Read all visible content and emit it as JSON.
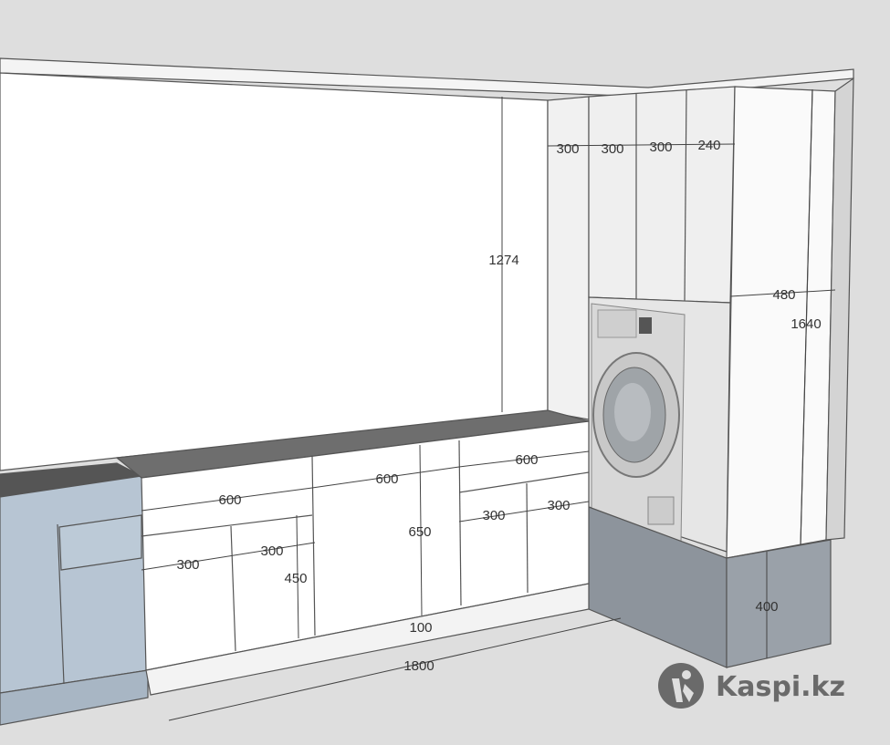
{
  "colors": {
    "background": "#dedede",
    "wall": "#ffffff",
    "countertop": "#6e6e6e",
    "blue_cabinet": "#b7c5d3",
    "plinth": "#8d949c",
    "logo": "#6a6a6a"
  },
  "dimensions": {
    "top_300_a": "300",
    "top_300_b": "300",
    "top_300_c": "300",
    "top_240": "240",
    "wall_height": "1274",
    "tall_depth": "480",
    "tall_height": "1640",
    "drawer_600_left": "600",
    "drawer_600_mid": "600",
    "drawer_600_right": "600",
    "door_300_a": "300",
    "door_300_b": "300",
    "door_300_c": "300",
    "door_300_d": "300",
    "door_450": "450",
    "cabinet_650": "650",
    "plinth_100": "100",
    "total_1800": "1800",
    "base_400": "400"
  },
  "logo": {
    "text": "Kaspi.kz"
  }
}
